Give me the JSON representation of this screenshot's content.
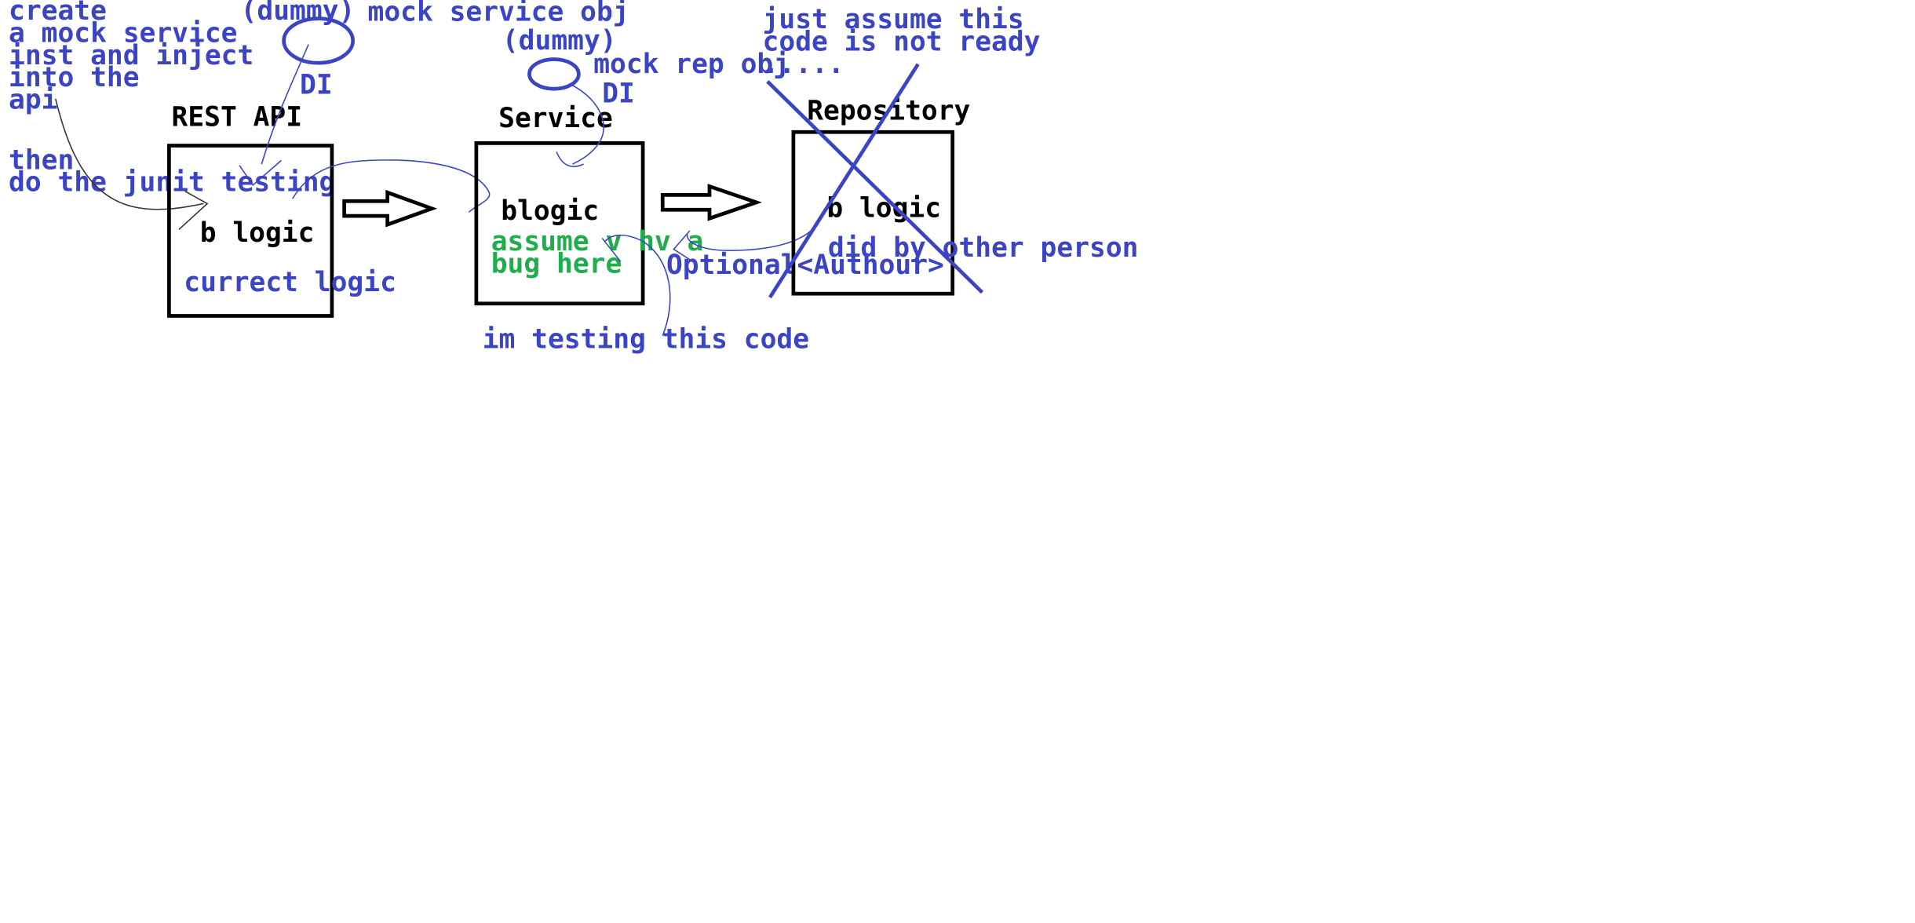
{
  "colors": {
    "ink_blue": "#3b45c4",
    "ink_black": "#000000",
    "ink_green": "#1fae4b",
    "background": "#ffffff"
  },
  "notes": {
    "mock_instruction": [
      "create",
      "a mock service",
      "inst and inject",
      "into the",
      "api"
    ],
    "junit_instruction": [
      "then",
      "do the junit testing"
    ],
    "not_ready": [
      "just assume this",
      "code is not ready",
      "....."
    ],
    "testing_this_code": "im testing this code",
    "optional_author": "Optional<Authour>",
    "did_by_other": "did by other person"
  },
  "rest_api": {
    "title": "REST API",
    "body": "b logic",
    "sub": "currect logic"
  },
  "service": {
    "title": "Service",
    "body": "blogic",
    "bug_note": [
      "assume v hv a",
      "bug here"
    ]
  },
  "repository": {
    "title": "Repository",
    "body": "b logic",
    "crossed_out": true
  },
  "mocks": {
    "service_mock": {
      "dummy_label": "(dummy)",
      "name": "mock service obj",
      "injection": "DI"
    },
    "repo_mock": {
      "dummy_label": "(dummy)",
      "name": "mock rep obj",
      "injection": "DI"
    }
  }
}
